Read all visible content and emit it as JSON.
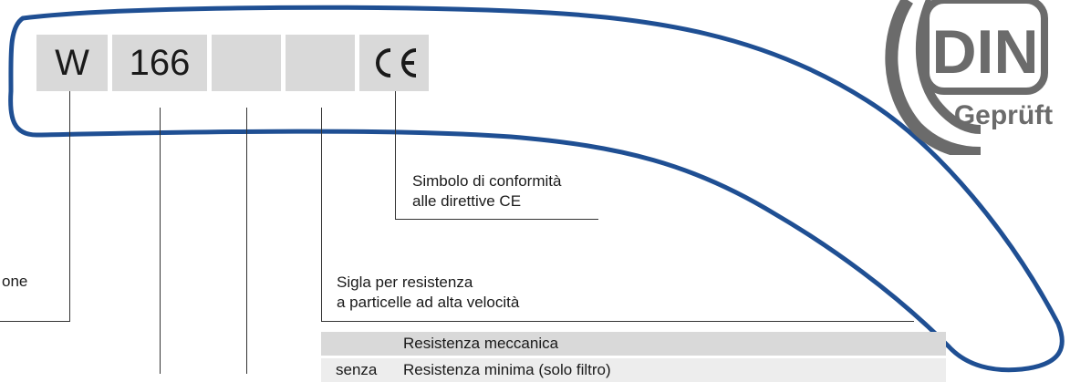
{
  "marking_boxes": {
    "box1": "W",
    "box2": "166",
    "box3": "",
    "box4": "",
    "ce_mark": "CE"
  },
  "annotations": {
    "partial_left_label": "one",
    "ce_label_line1": "Simbolo di conformità",
    "ce_label_line2": "alle direttive CE",
    "velocity_label_line1": "Sigla per resistenza",
    "velocity_label_line2": "a particelle ad alta velocità"
  },
  "table": {
    "header": "Resistenza meccanica",
    "row1_code": "senza",
    "row1_text": "Resistenza minima (solo filtro)"
  },
  "din_logo": {
    "text": "DIN",
    "subtext": "Geprüft"
  },
  "colors": {
    "frame_blue": "#1f4f93",
    "box_gray": "#d9d9d9",
    "logo_gray": "#6b6b6b"
  }
}
